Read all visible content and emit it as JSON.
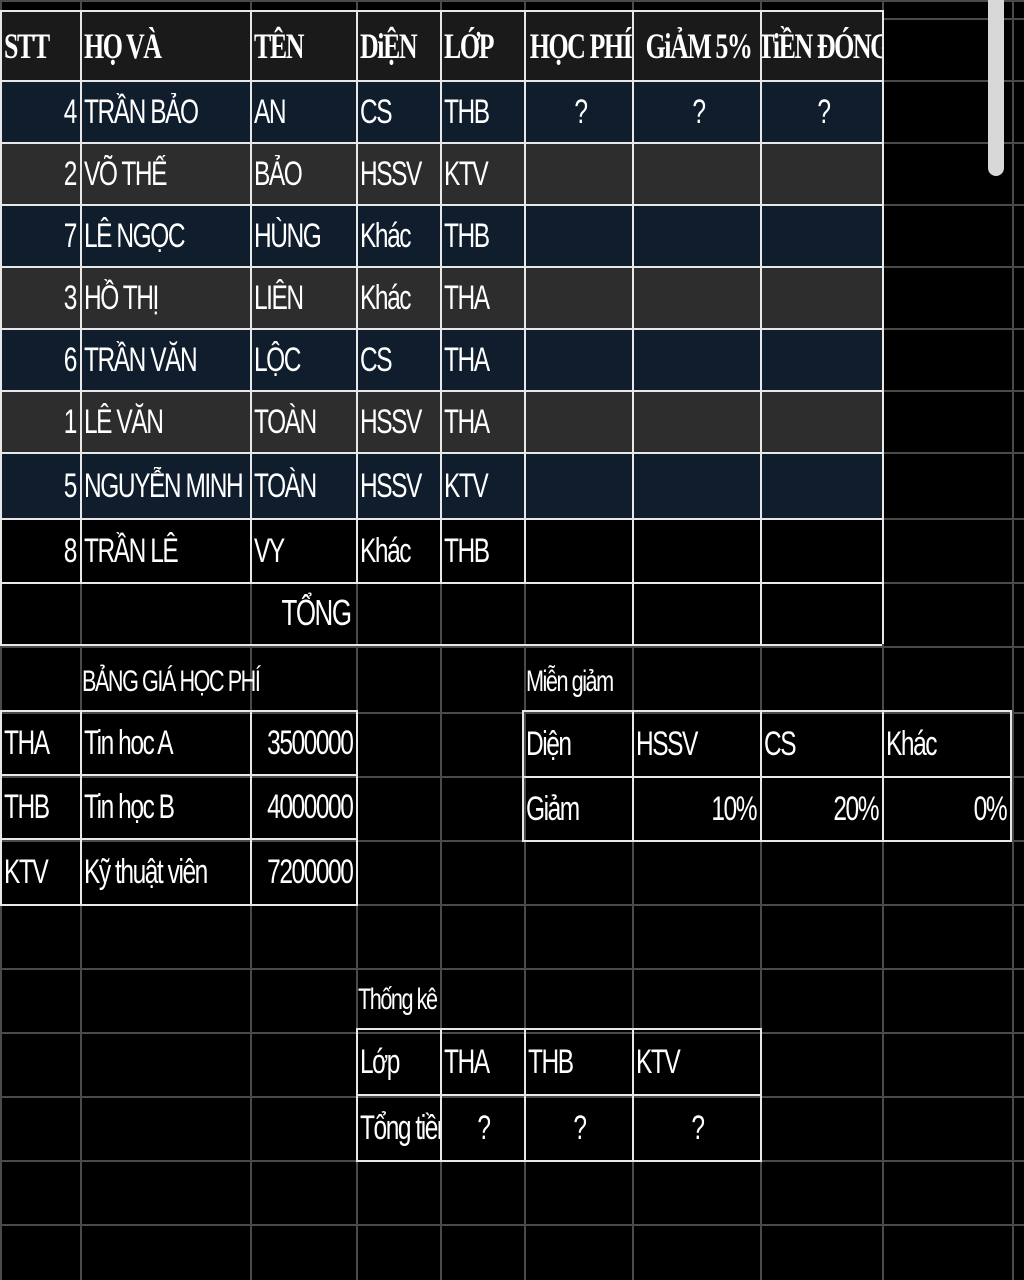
{
  "main_table": {
    "headers": [
      "STT",
      "HỌ VÀ",
      "TÊN",
      "DiỆN",
      "LỚP",
      "HỌC PHÍ",
      "GiẢM 5%",
      "TiỀN ĐÓNG"
    ],
    "rows": [
      {
        "stt": "4",
        "ho": "TRẦN BẢO",
        "ten": "AN",
        "dien": "CS",
        "lop": "THB",
        "hoc_phi": "?",
        "giam": "?",
        "tien_dong": "?"
      },
      {
        "stt": "2",
        "ho": "VÕ THẾ",
        "ten": "BẢO",
        "dien": "HSSV",
        "lop": "KTV",
        "hoc_phi": "",
        "giam": "",
        "tien_dong": ""
      },
      {
        "stt": "7",
        "ho": "LÊ NGỌC",
        "ten": "HÙNG",
        "dien": "Khác",
        "lop": "THB",
        "hoc_phi": "",
        "giam": "",
        "tien_dong": ""
      },
      {
        "stt": "3",
        "ho": "HỒ THỊ",
        "ten": "LIÊN",
        "dien": "Khác",
        "lop": "THA",
        "hoc_phi": "",
        "giam": "",
        "tien_dong": ""
      },
      {
        "stt": "6",
        "ho": "TRẦN VĂN",
        "ten": "LỘC",
        "dien": "CS",
        "lop": "THA",
        "hoc_phi": "",
        "giam": "",
        "tien_dong": ""
      },
      {
        "stt": "1",
        "ho": "LÊ VĂN",
        "ten": "TOÀN",
        "dien": "HSSV",
        "lop": "THA",
        "hoc_phi": "",
        "giam": "",
        "tien_dong": ""
      },
      {
        "stt": "5",
        "ho": "NGUYỄN MINH",
        "ten": "TOÀN",
        "dien": "HSSV",
        "lop": "KTV",
        "hoc_phi": "",
        "giam": "",
        "tien_dong": ""
      },
      {
        "stt": "8",
        "ho": "TRẦN LÊ",
        "ten": "VY",
        "dien": "Khác",
        "lop": "THB",
        "hoc_phi": "",
        "giam": "",
        "tien_dong": ""
      }
    ],
    "total_label": "TỔNG"
  },
  "price_table": {
    "title": "BẢNG GIÁ HỌC PHÍ",
    "rows": [
      {
        "code": "THA",
        "name": "Tin hoc A",
        "price": "3500000"
      },
      {
        "code": "THB",
        "name": "Tin học B",
        "price": "4000000"
      },
      {
        "code": "KTV",
        "name": "Kỹ thuật viên",
        "price": "7200000"
      }
    ]
  },
  "discount_table": {
    "title": "Miễn giảm",
    "header_label": "Diện",
    "categories": [
      "HSSV",
      "CS",
      "Khác"
    ],
    "value_label": "Giảm",
    "values": [
      "10%",
      "20%",
      "0%"
    ]
  },
  "stats_table": {
    "title": "Thống kê",
    "header_label": "Lớp",
    "classes": [
      "THA",
      "THB",
      "KTV"
    ],
    "value_label": "Tổng tiền",
    "values": [
      "?",
      "?",
      "?"
    ]
  },
  "colors": {
    "background": "#000000",
    "gridline": "#4a4a4a",
    "border": "#e8e8e8",
    "row_blue": "#0f1d2d",
    "row_gray": "#2d2d2d",
    "header_bg": "#1a1a1a"
  }
}
